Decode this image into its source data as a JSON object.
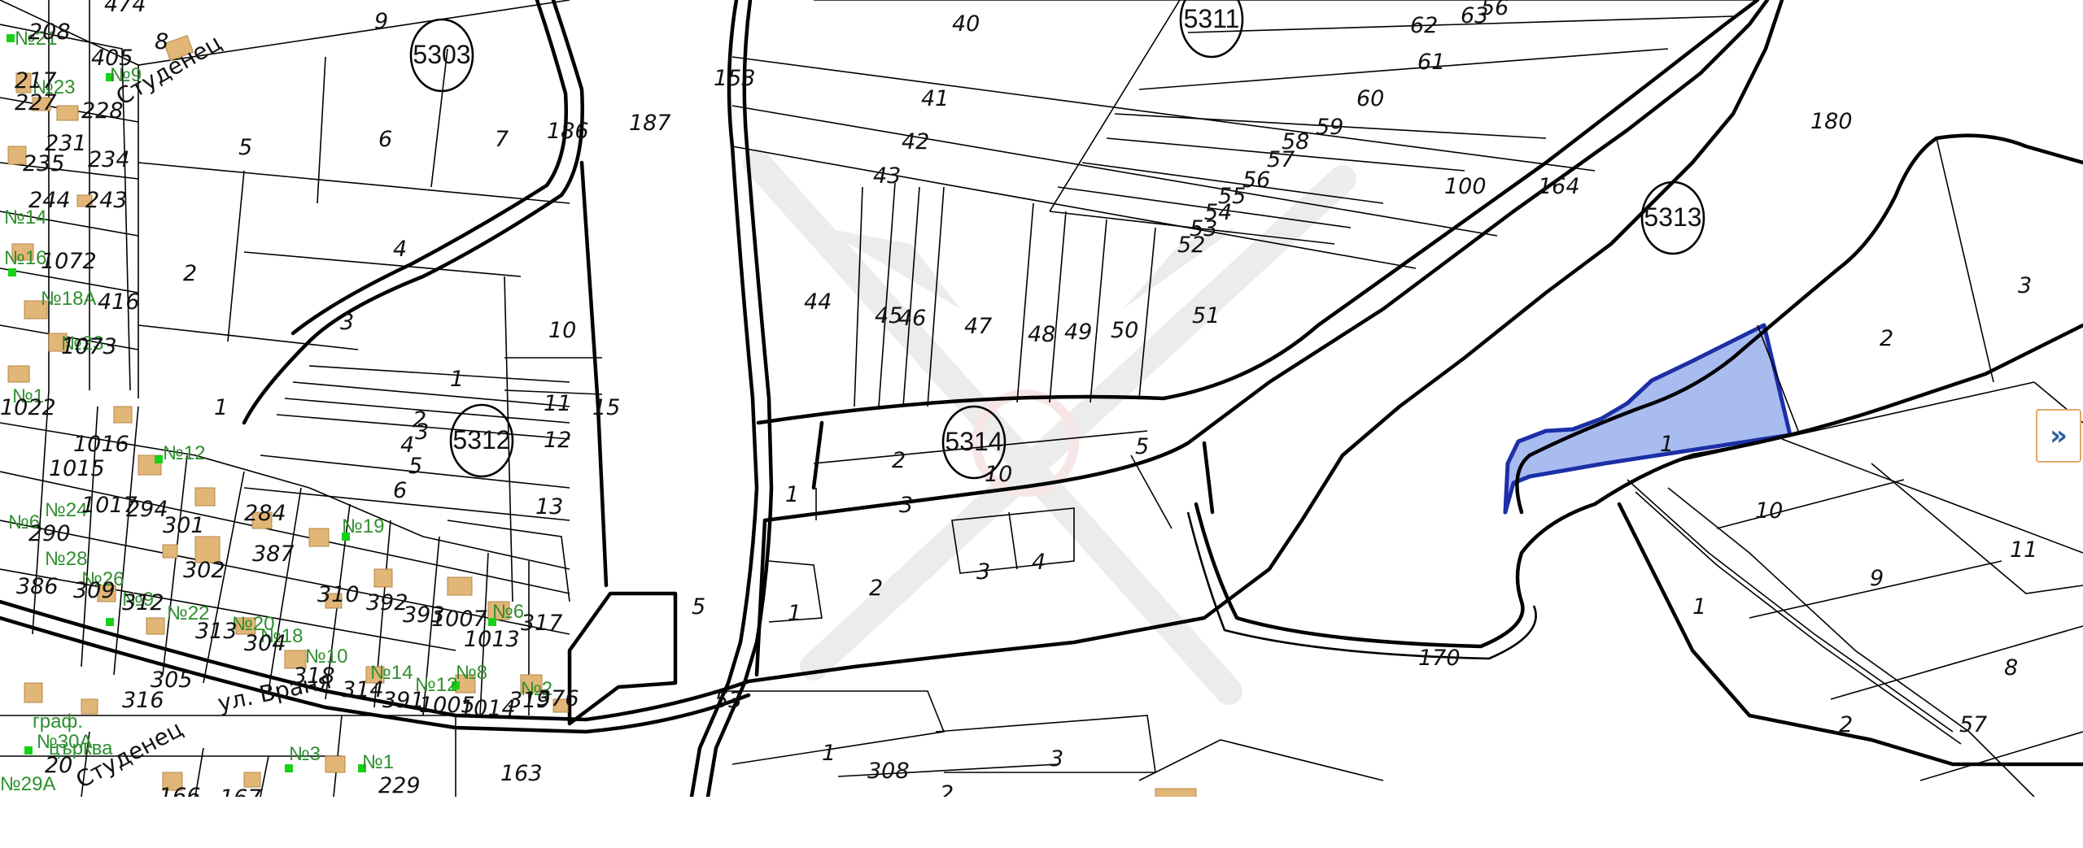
{
  "controls": {
    "expand_panel": "»",
    "expand_icon": "chevron-double-right-icon"
  },
  "colors": {
    "highlight_fill": "#a9bcef",
    "highlight_stroke": "#1c2fa7",
    "house": "#e2b676",
    "green_label": "#2f8f2f"
  },
  "cadastral_zones": [
    "5303",
    "5311",
    "5312",
    "5313",
    "5314"
  ],
  "streets": {
    "vranya": "ул. Враня",
    "studenets_top": "Студенец",
    "studenets_bottom": "Студенец"
  },
  "parcels_nw": [
    "474",
    "208",
    "405",
    "217",
    "228",
    "227",
    "231",
    "235",
    "234",
    "244",
    "243",
    "1072",
    "416",
    "1073",
    "1022",
    "1016",
    "1015",
    "1017",
    "290",
    "294",
    "301",
    "302",
    "284",
    "387",
    "386",
    "309",
    "312",
    "313",
    "304",
    "310",
    "392",
    "393",
    "1007",
    "1013",
    "317",
    "318",
    "314",
    "391",
    "1005",
    "1014",
    "319",
    "376",
    "305",
    "316",
    "20",
    "166",
    "167",
    "229",
    "163"
  ],
  "green_labels": [
    "№21",
    "№9",
    "№23",
    "№14",
    "№16",
    "№18А",
    "№23",
    "№1",
    "№12",
    "№24",
    "№6",
    "№28",
    "№26",
    "№9",
    "№22",
    "№20",
    "№18",
    "№8",
    "№10",
    "№19",
    "№14",
    "№12",
    "№3",
    "№1",
    "№30А",
    "№29А",
    "№6",
    "№2"
  ],
  "small_text": {
    "graf": "граф.",
    "church": "църква"
  },
  "parcels_upper": [
    "9",
    "8",
    "5",
    "6",
    "7",
    "4",
    "2",
    "3",
    "1",
    "186",
    "187",
    "10",
    "11",
    "15",
    "12",
    "13",
    "1",
    "2",
    "3",
    "4",
    "5",
    "6"
  ],
  "parcels_center": [
    "153",
    "40",
    "41",
    "42",
    "43",
    "44",
    "45",
    "46",
    "47",
    "48",
    "49",
    "50",
    "51",
    "52",
    "53",
    "54",
    "55",
    "56",
    "57",
    "58",
    "59",
    "60",
    "61",
    "62",
    "63",
    "56",
    "100",
    "164",
    "180",
    "1",
    "2",
    "3",
    "1",
    "2",
    "3",
    "4",
    "5",
    "10",
    "5",
    "53",
    "1",
    "308",
    "3",
    "2"
  ],
  "parcels_east": [
    "3",
    "2",
    "1",
    "10",
    "11",
    "9",
    "1",
    "8",
    "2",
    "57",
    "170"
  ],
  "selected_parcel": "1"
}
